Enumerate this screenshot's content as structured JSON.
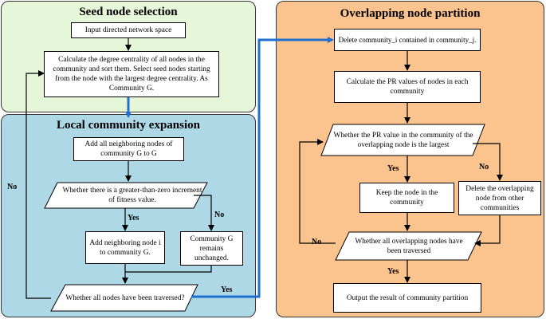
{
  "panels": {
    "seed": {
      "title": "Seed node selection",
      "color": "#e6f7d9"
    },
    "local": {
      "title": "Local community expansion",
      "color": "#aed8e6"
    },
    "overlap": {
      "title": "Overlapping node partition",
      "color": "#fbc48f"
    }
  },
  "seed_nodes": {
    "input": "Input directed network space",
    "calc": "Calculate the degree centrality of all nodes in the community and sort them. Select seed nodes starting from the node with the largest degree centrality. As Community G."
  },
  "local_nodes": {
    "add_all": "Add all neighboring nodes of community G to G",
    "fitness_q": "Whether there is a greater-than-zero increment of fitness value.",
    "add_node": "Add neighboring node i to community G.",
    "unchanged": "Community G remains unchanged.",
    "all_traversed_q": "Whether all nodes have been traversed?"
  },
  "overlap_nodes": {
    "delete": "Delete community_i contained in community_j.",
    "calc_pr": "Calculate the PR values of nodes in each community",
    "pr_largest_q": "Whether the PR value in the community of the overlapping node is the largest",
    "keep": "Keep the node in the community",
    "delete_other": "Delete the overlapping node from other communities",
    "all_overlap_q": "Whether all overlapping nodes have been traversed",
    "output": "Output the result of community partition"
  },
  "labels": {
    "yes": "Yes",
    "no": "No"
  },
  "colors": {
    "blue_arrow": "#1f6fcf",
    "line": "#000000"
  }
}
